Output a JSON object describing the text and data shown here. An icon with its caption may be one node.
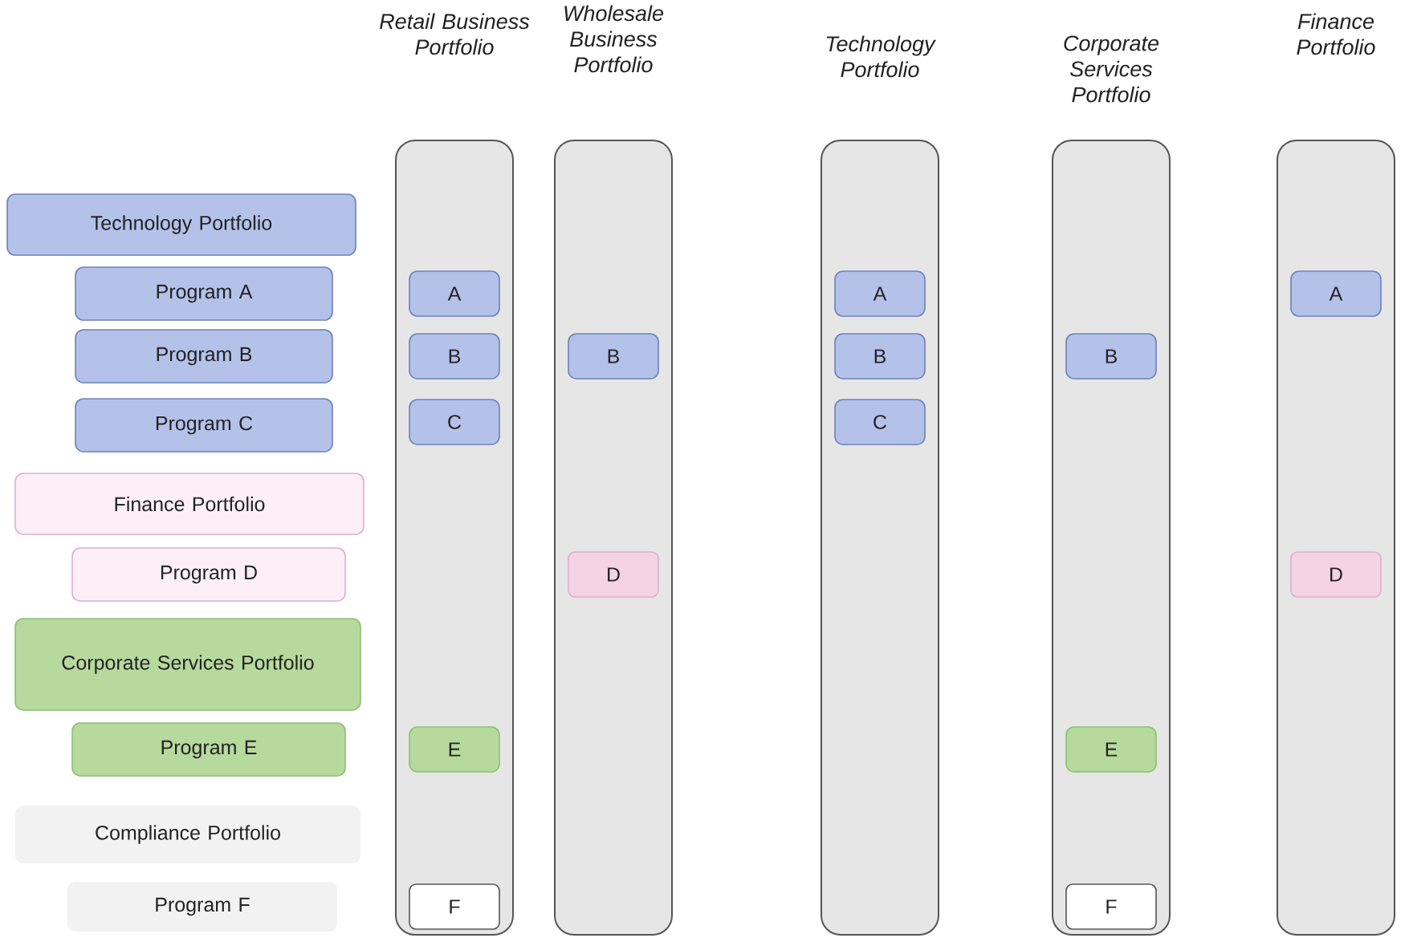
{
  "diagram": {
    "nodes": [
      {
        "text": [
          "Technology Portfolio"
        ]
      },
      {
        "text": [
          "Program A"
        ]
      },
      {
        "text": [
          "Program B"
        ]
      },
      {
        "text": [
          "Program C"
        ]
      },
      {
        "text": [
          "Finance Portfolio"
        ]
      },
      {
        "text": [
          "Program D"
        ]
      },
      {
        "text": [
          "Corporate Services Portfolio"
        ]
      },
      {
        "text": [
          "Program E"
        ]
      },
      {
        "text": [
          "Compliance Portfolio"
        ]
      },
      {
        "text": [
          "Program F"
        ]
      },
      {
        "text": [
          "Retail Business Portfolio"
        ]
      },
      {
        "text": [
          "A"
        ],
        "in": 10
      },
      {
        "text": [
          "B"
        ],
        "in": 10
      },
      {
        "text": [
          "C"
        ],
        "in": 10
      },
      {
        "text": [
          "E"
        ],
        "in": 10
      },
      {
        "text": [
          "F"
        ],
        "in": 10
      },
      {
        "text": [
          "Wholesale Business Portfolio"
        ]
      },
      {
        "text": [
          "B"
        ],
        "in": 16
      },
      {
        "text": [
          "D"
        ],
        "in": 16
      },
      {
        "text": [
          "Technology Portfolio"
        ]
      },
      {
        "text": [
          "A"
        ],
        "in": 19
      },
      {
        "text": [
          "B"
        ],
        "in": 19
      },
      {
        "text": [
          "C"
        ],
        "in": 19
      },
      {
        "text": [
          "Corporate Services Portfolio"
        ]
      },
      {
        "text": [
          "B"
        ],
        "in": 23
      },
      {
        "text": [
          "E"
        ],
        "in": 23
      },
      {
        "text": [
          "F"
        ],
        "in": 23
      },
      {
        "text": [
          "Finance Portfolio"
        ]
      },
      {
        "text": [
          "A"
        ],
        "in": 27
      },
      {
        "text": [
          "D"
        ],
        "in": 27
      }
    ]
  }
}
